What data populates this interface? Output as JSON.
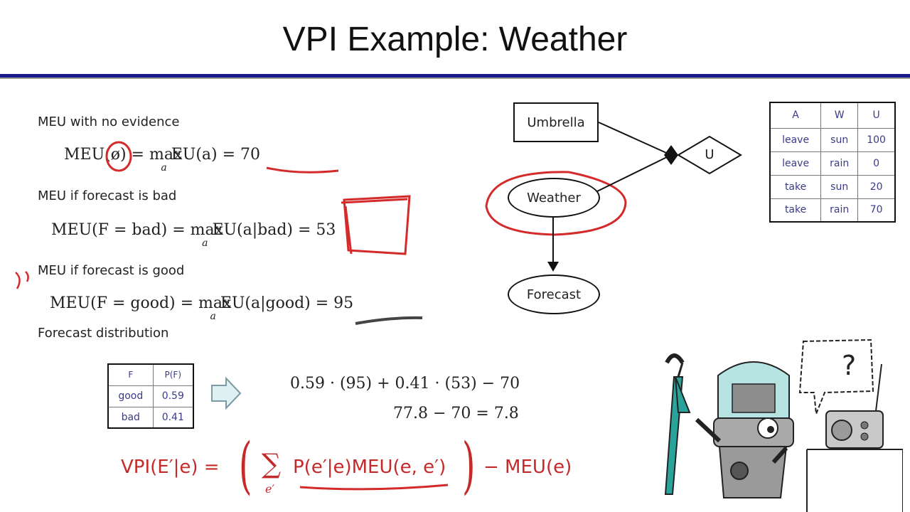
{
  "title": "VPI Example: Weather",
  "lines": {
    "no_evidence": "MEU with no evidence",
    "bad": "MEU if forecast is bad",
    "good": "MEU if forecast is good",
    "dist": "Forecast distribution"
  },
  "equations": {
    "eq1_left": "MEU(",
    "eq1_phi": "ø",
    "eq1_mid": ") = max",
    "eq1_sub": "a",
    "eq1_right": "EU(a) = 70",
    "eq2_left": "MEU(F = bad) = max",
    "eq2_sub": "a",
    "eq2_right": "EU(a|bad) = 53",
    "eq3_left": "MEU(F = good) = max",
    "eq3_sub": "a",
    "eq3_right": "EU(a|good) = 95",
    "calc1": "0.59 · (95) + 0.41 · (53) − 70",
    "calc2": "77.8 − 70 = 7.8",
    "vpi_left": "VPI(E′|e) =",
    "vpi_sum": "∑",
    "vpi_sum_sub": "e′",
    "vpi_inner": "P(e′|e)MEU(e, e′)",
    "vpi_right": "− MEU(e)"
  },
  "diagram": {
    "umbrella": "Umbrella",
    "weather": "Weather",
    "forecast": "Forecast",
    "utility": "U"
  },
  "utility_table": {
    "headers": [
      "A",
      "W",
      "U"
    ],
    "rows": [
      [
        "leave",
        "sun",
        "100"
      ],
      [
        "leave",
        "rain",
        "0"
      ],
      [
        "take",
        "sun",
        "20"
      ],
      [
        "take",
        "rain",
        "70"
      ]
    ]
  },
  "forecast_table": {
    "headers": [
      "F",
      "P(F)"
    ],
    "rows": [
      [
        "good",
        "0.59"
      ],
      [
        "bad",
        "0.41"
      ]
    ]
  },
  "cartoon": {
    "question_mark": "?"
  },
  "colors": {
    "accent": "#1a1a8c",
    "annotation": "#c42a2a",
    "umbrella": "#2aa39a"
  }
}
